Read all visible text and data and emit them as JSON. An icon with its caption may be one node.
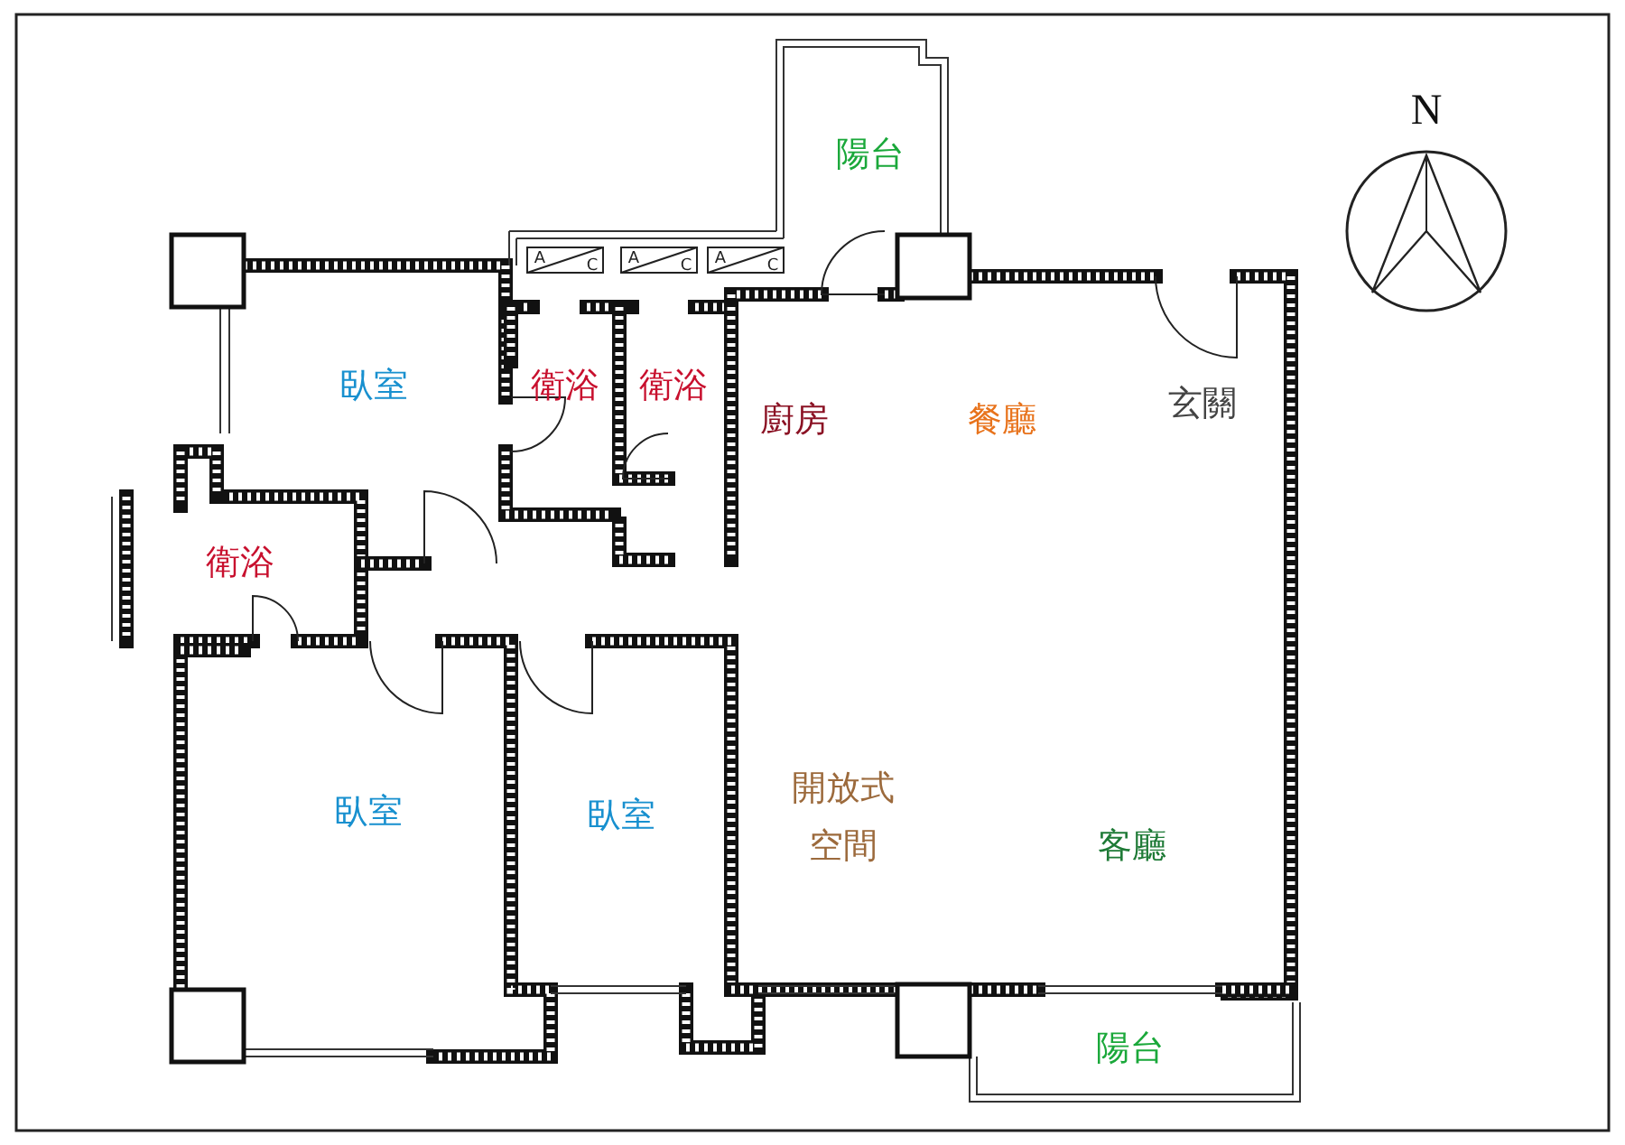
{
  "diagram": {
    "labels": [
      "N",
      "陽台",
      "A",
      "C",
      "A",
      "C",
      "A",
      "C",
      "臥室",
      "衛浴",
      "衛浴",
      "廚房",
      "餐廳",
      "玄關",
      "衛浴",
      "臥室",
      "臥室",
      "開放式空間",
      "客廳",
      "陽台"
    ]
  }
}
